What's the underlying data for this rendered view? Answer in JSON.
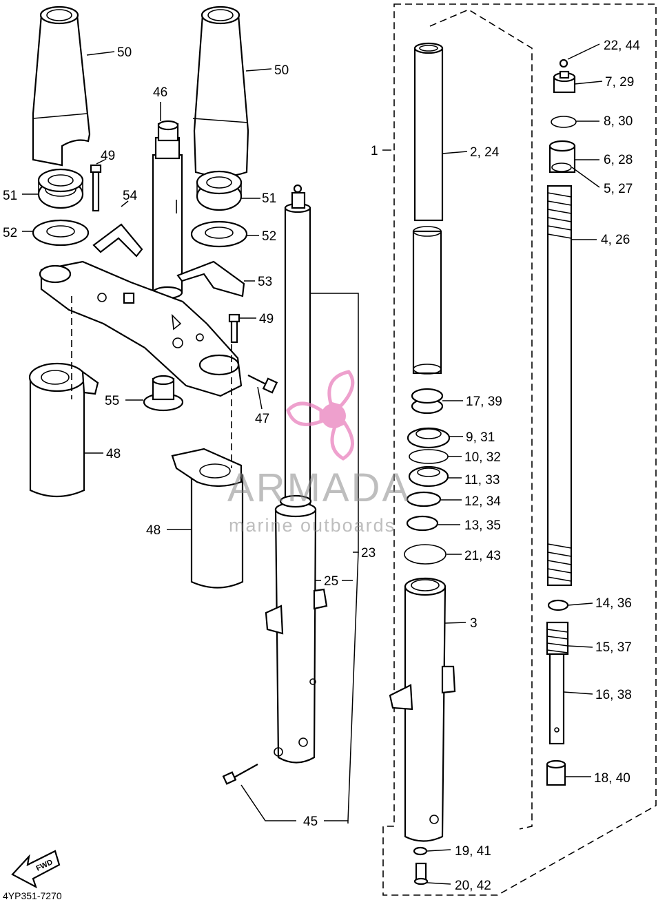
{
  "callouts": {
    "c50a": "50",
    "c50b": "50",
    "c46": "46",
    "c49a": "49",
    "c54": "54",
    "c51a": "51",
    "c51b": "51",
    "c52a": "52",
    "c52b": "52",
    "c53": "53",
    "c49b": "49",
    "c55": "55",
    "c47": "47",
    "c48a": "48",
    "c48b": "48",
    "c1": "1",
    "c23": "23",
    "c25": "25",
    "c45": "45",
    "c3": "3",
    "c2_24": "2, 24",
    "c17_39": "17, 39",
    "c9_31": "9, 31",
    "c10_32": "10, 32",
    "c11_33": "11, 33",
    "c12_34": "12, 34",
    "c13_35": "13, 35",
    "c21_43": "21, 43",
    "c19_41": "19, 41",
    "c20_42": "20, 42",
    "c22_44": "22, 44",
    "c7_29": "7, 29",
    "c8_30": "8, 30",
    "c6_28": "6, 28",
    "c5_27": "5, 27",
    "c4_26": "4, 26",
    "c14_36": "14, 36",
    "c15_37": "15, 37",
    "c16_38": "16, 38",
    "c18_40": "18, 40"
  },
  "fwd_label": "FWD",
  "diagram_code": "4YP351-7270",
  "watermark": {
    "brand": "ARMADA",
    "tagline": "marine outboards",
    "color": "#e879b9"
  }
}
